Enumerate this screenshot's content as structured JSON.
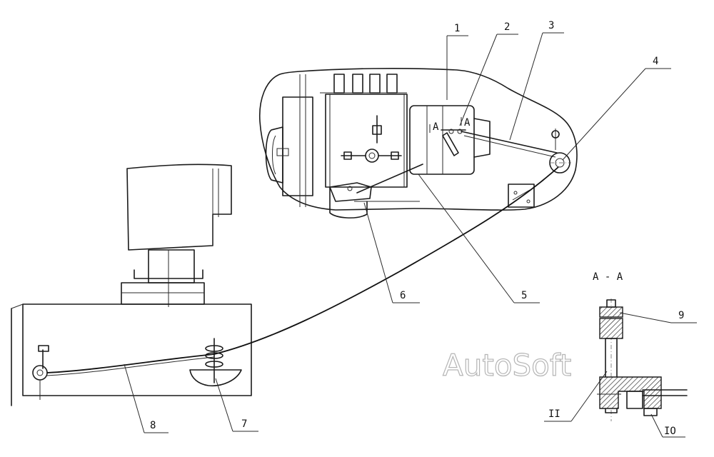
{
  "section_label": "A - A",
  "watermark": "AutoSoft",
  "arrow_marks": [
    "A",
    "A"
  ],
  "callouts": [
    {
      "id": "c1",
      "text": "1"
    },
    {
      "id": "c2",
      "text": "2"
    },
    {
      "id": "c3",
      "text": "3"
    },
    {
      "id": "c4",
      "text": "4"
    },
    {
      "id": "c5",
      "text": "5"
    },
    {
      "id": "c6",
      "text": "6"
    },
    {
      "id": "c7",
      "text": "7"
    },
    {
      "id": "c8",
      "text": "8"
    },
    {
      "id": "c9",
      "text": "9"
    },
    {
      "id": "c10",
      "text": "IO"
    },
    {
      "id": "c11",
      "text": "II"
    }
  ]
}
